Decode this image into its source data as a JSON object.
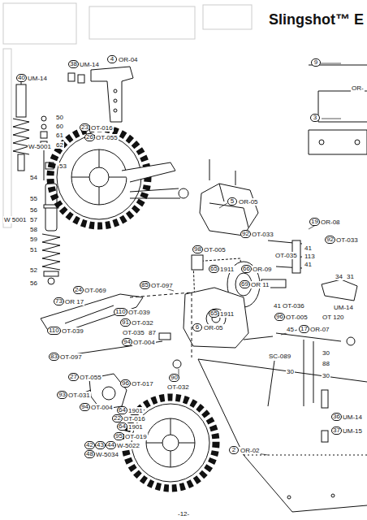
{
  "diagram": {
    "title": "Slingshot™ E",
    "labels": [
      "9",
      "OR-",
      "3",
      "38",
      "UM-14",
      "4",
      "OR-04",
      "40",
      "UM-14",
      "50",
      "60",
      "61",
      "W-5001",
      "62",
      "23",
      "OT-016",
      "26",
      "OT-055",
      "53",
      "54",
      "55",
      "56",
      "W 5001",
      "57",
      "58",
      "59",
      "51",
      "52",
      "56",
      "5",
      "OR-05",
      "19",
      "OR-08",
      "92",
      "OT-033",
      "92",
      "OT-033",
      "98",
      "OT-005",
      "OT-035",
      "41",
      "113",
      "41",
      "65",
      "1911",
      "66",
      "OR-09",
      "69",
      "OR 11",
      "34",
      "31",
      "UM-14",
      "65",
      "1911",
      "41",
      "OT-036",
      "96",
      "OT-005",
      "OT 120",
      "6",
      "OR-05",
      "45",
      "17",
      "OR-07",
      "SC-089",
      "30",
      "88",
      "30",
      "30",
      "36",
      "UM-14",
      "37",
      "UM-15",
      "2",
      "OR-02",
      "73",
      "OR 17",
      "24",
      "OT-069",
      "85",
      "OT-097",
      "110",
      "OT-039",
      "91",
      "OT-032",
      "110",
      "OT-039",
      "OT-035",
      "87",
      "94",
      "OT-004",
      "83",
      "OT-097",
      "27",
      "OT-055",
      "96",
      "OT-017",
      "90",
      "OT-032",
      "93",
      "OT-031",
      "94",
      "OT-004",
      "64",
      "1901",
      "22",
      "OT-016",
      "64",
      "1901",
      "95",
      "OT-019",
      "42",
      "43",
      "44",
      "W-5022",
      "48",
      "W-5034",
      "-12-"
    ]
  }
}
